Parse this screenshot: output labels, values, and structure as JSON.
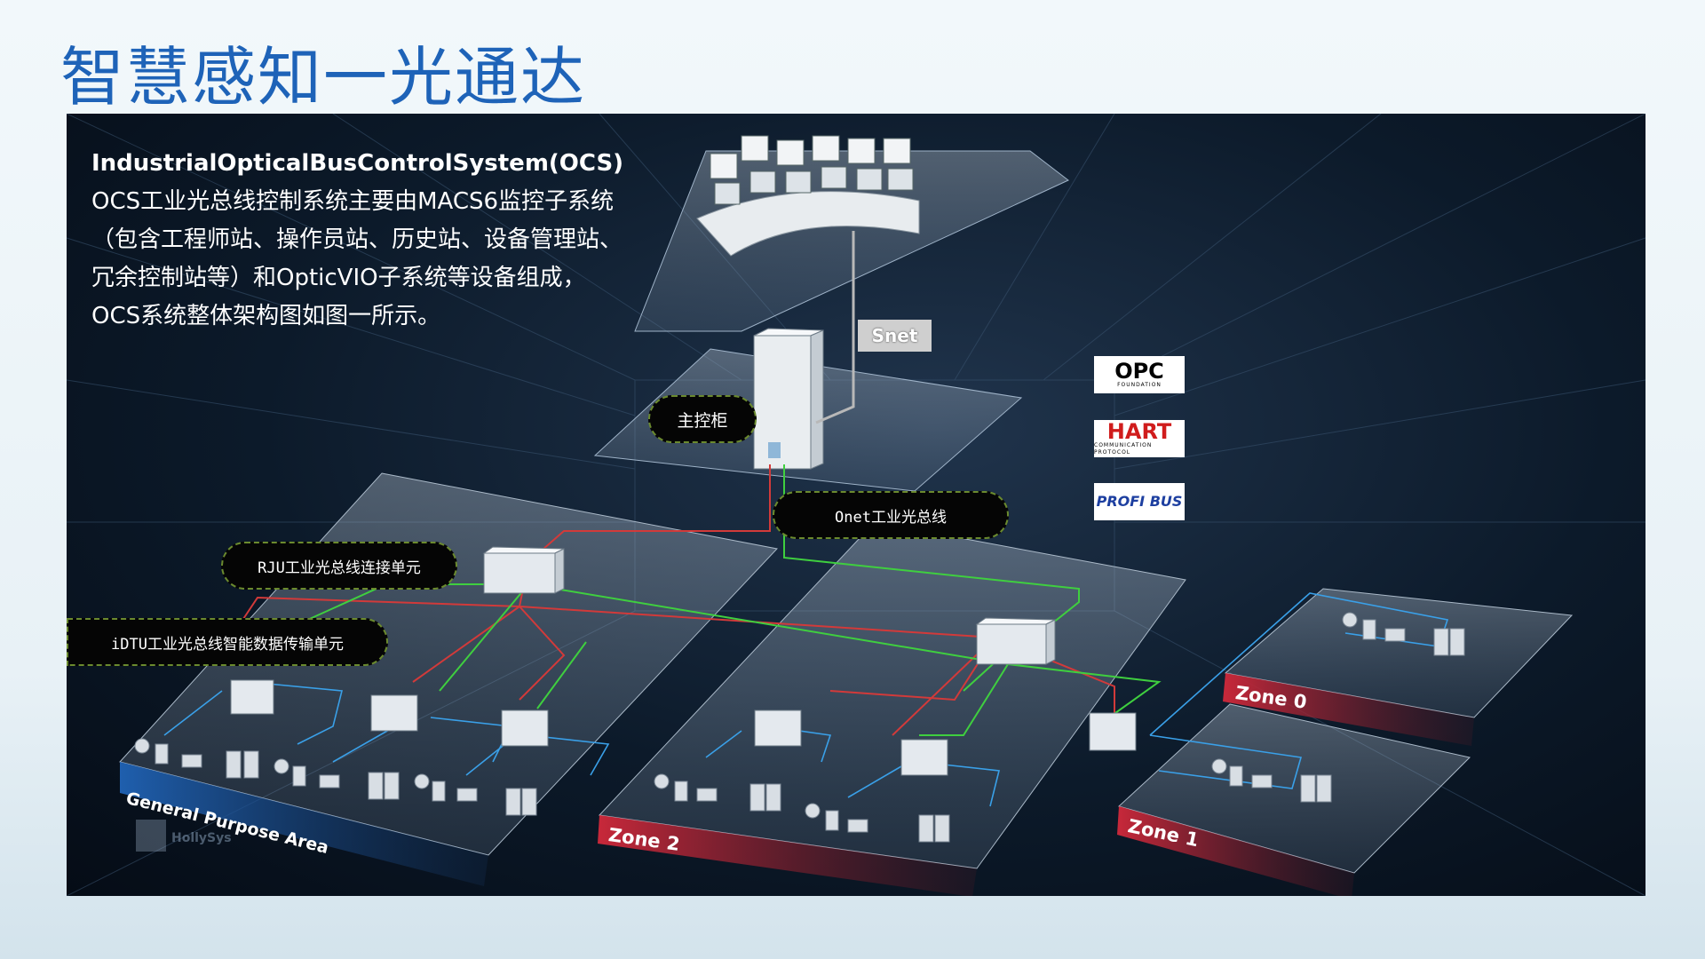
{
  "page": {
    "title": "智慧感知一光通达"
  },
  "intro": {
    "heading": "IndustrialOpticalBusControlSystem(OCS)",
    "body": "OCS工业光总线控制系统主要由MACS6监控子系统（包含工程师站、操作员站、历史站、设备管理站、冗余控制站等）和OpticVIO子系统等设备组成，OCS系统整体架构图如图一所示。"
  },
  "labels": {
    "snet": "Snet",
    "main_cabinet": "主控柜",
    "onet": "Onet工业光总线",
    "rju": "RJU工业光总线连接单元",
    "idtu": "iDTU工业光总线智能数据传输单元"
  },
  "areas": {
    "general": "General Purpose Area",
    "zone2": "Zone 2",
    "zone1": "Zone 1",
    "zone0": "Zone 0"
  },
  "logos": {
    "opc": {
      "main": "OPC",
      "sub": "FOUNDATION"
    },
    "hart": {
      "main": "HART",
      "sub": "COMMUNICATION PROTOCOL"
    },
    "profibus": {
      "main": "PROFI BUS"
    }
  },
  "watermark": {
    "text": "HollySys"
  },
  "colors": {
    "title": "#1e63b8",
    "red_line": "#d23a3a",
    "green_line": "#3fcf3f",
    "blue_line": "#3aa0e8",
    "zone_red": "#c8283a",
    "general_blue": "#1f5fae"
  }
}
